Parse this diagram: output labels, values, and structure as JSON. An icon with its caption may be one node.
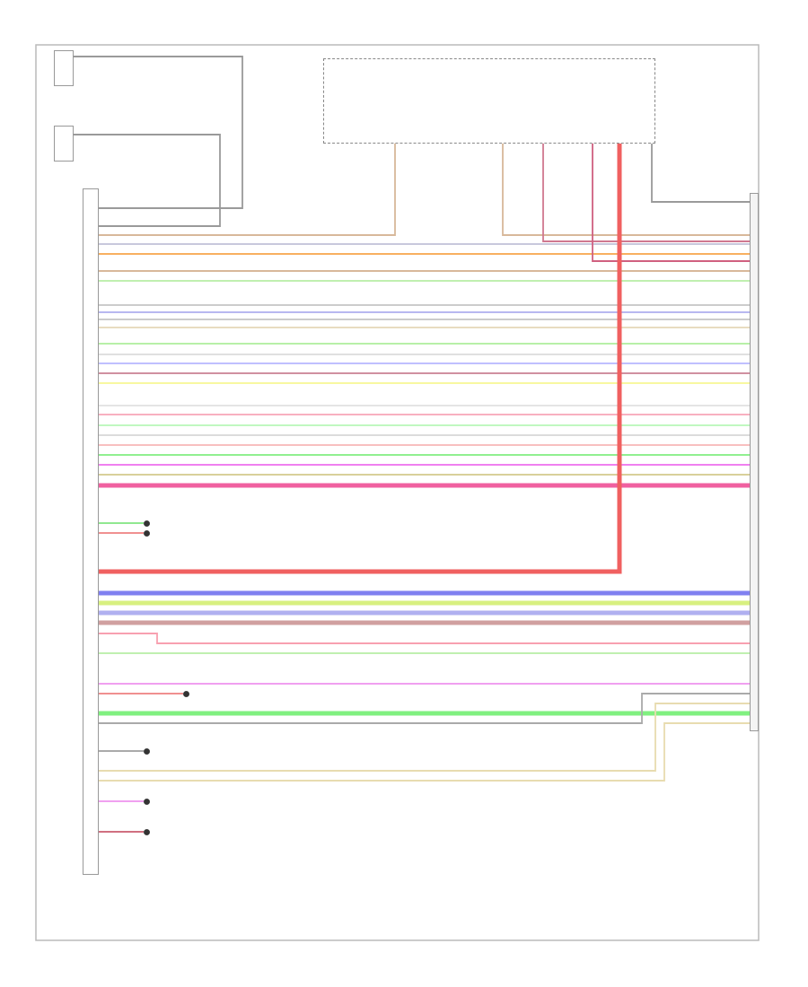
{
  "diagram": {
    "nodes": [
      {
        "text": [],
        "shape": "box"
      },
      {
        "text": [],
        "shape": "bar"
      },
      {
        "text": [],
        "shape": "box"
      },
      {
        "text": [],
        "shape": "box"
      },
      {
        "text": [],
        "shape": "box"
      },
      {
        "text": [],
        "shape": "circle"
      },
      {
        "text": [],
        "shape": "circle"
      },
      {
        "text": [],
        "shape": "circle"
      },
      {
        "text": [],
        "shape": "circle"
      },
      {
        "text": [],
        "shape": "circle"
      },
      {
        "text": [],
        "shape": "circle"
      }
    ],
    "edges": [
      {
        "from": 3,
        "to": 0,
        "arrow": "none",
        "color": "#9a9a9a"
      },
      {
        "from": 4,
        "to": 0,
        "arrow": "none",
        "color": "#9a9a9a"
      },
      {
        "from": 2,
        "to": 1,
        "arrow": "none",
        "color": "#9a9a9a"
      },
      {
        "from": 2,
        "to": 1,
        "arrow": "none",
        "color": "#d8b89a"
      },
      {
        "from": 2,
        "to": 1,
        "arrow": "none",
        "color": "#d07890"
      },
      {
        "from": 0,
        "to": 2,
        "arrow": "none",
        "color": "#d8b89a"
      },
      {
        "from": 0,
        "to": 1,
        "arrow": "none",
        "color": "#c8c8dc"
      },
      {
        "from": 0,
        "to": 1,
        "arrow": "none",
        "color": "#f8b060"
      },
      {
        "from": 2,
        "to": 1,
        "arrow": "none",
        "color": "#d06080"
      },
      {
        "from": 0,
        "to": 1,
        "arrow": "none",
        "color": "#d8b89a"
      },
      {
        "from": 0,
        "to": 1,
        "arrow": "none",
        "color": "#c0f0b0"
      },
      {
        "from": 0,
        "to": 1,
        "arrow": "none",
        "color": "#cccccc"
      },
      {
        "from": 0,
        "to": 1,
        "arrow": "none",
        "color": "#b8b8f0"
      },
      {
        "from": 0,
        "to": 1,
        "arrow": "none",
        "color": "#cccccc"
      },
      {
        "from": 0,
        "to": 1,
        "arrow": "none",
        "color": "#e8dcc0"
      },
      {
        "from": 0,
        "to": 1,
        "arrow": "none",
        "color": "#b8f0a8"
      },
      {
        "from": 0,
        "to": 1,
        "arrow": "none",
        "color": "#e0e0e0"
      },
      {
        "from": 0,
        "to": 1,
        "arrow": "none",
        "color": "#c0c0ff"
      },
      {
        "from": 0,
        "to": 1,
        "arrow": "none",
        "color": "#d090a0"
      },
      {
        "from": 0,
        "to": 1,
        "arrow": "none",
        "color": "#f8f8a0"
      },
      {
        "from": 0,
        "to": 1,
        "arrow": "none",
        "color": "#e4e4e4"
      },
      {
        "from": 0,
        "to": 1,
        "arrow": "none",
        "color": "#f8b0c0"
      },
      {
        "from": 0,
        "to": 1,
        "arrow": "none",
        "color": "#c0f8c0"
      },
      {
        "from": 0,
        "to": 1,
        "arrow": "none",
        "color": "#dcdcdc"
      },
      {
        "from": 0,
        "to": 1,
        "arrow": "none",
        "color": "#f8c0c0"
      },
      {
        "from": 0,
        "to": 1,
        "arrow": "none",
        "color": "#90f090"
      },
      {
        "from": 0,
        "to": 1,
        "arrow": "none",
        "color": "#f080f0"
      },
      {
        "from": 0,
        "to": 1,
        "arrow": "none",
        "color": "#d8d09a"
      },
      {
        "from": 0,
        "to": 1,
        "arrow": "none",
        "color": "#f060a0",
        "style": "thick"
      },
      {
        "from": 0,
        "to": 5,
        "arrow": "none",
        "color": "#90e890"
      },
      {
        "from": 0,
        "to": 6,
        "arrow": "none",
        "color": "#f09090"
      },
      {
        "from": 2,
        "to": 0,
        "arrow": "none",
        "color": "#f06060",
        "style": "thick"
      },
      {
        "from": 0,
        "to": 1,
        "arrow": "none",
        "color": "#8080f0",
        "style": "thick"
      },
      {
        "from": 0,
        "to": 1,
        "arrow": "none",
        "color": "#d8f080",
        "style": "thick"
      },
      {
        "from": 0,
        "to": 1,
        "arrow": "none",
        "color": "#b0b0f0",
        "style": "thick"
      },
      {
        "from": 0,
        "to": 1,
        "arrow": "none",
        "color": "#d0a0a0",
        "style": "thick"
      },
      {
        "from": 0,
        "to": 1,
        "arrow": "none",
        "color": "#f8a0b0"
      },
      {
        "from": 0,
        "to": 1,
        "arrow": "none",
        "color": "#c0f0b0"
      },
      {
        "from": 0,
        "to": 1,
        "arrow": "none",
        "color": "#f0a0f0"
      },
      {
        "from": 0,
        "to": 7,
        "arrow": "none",
        "color": "#f09090"
      },
      {
        "from": 0,
        "to": 1,
        "arrow": "none",
        "color": "#80f080",
        "style": "thick"
      },
      {
        "from": 0,
        "to": 1,
        "arrow": "none",
        "color": "#aaaaaa"
      },
      {
        "from": 0,
        "to": 8,
        "arrow": "none",
        "color": "#aaaaaa"
      },
      {
        "from": 0,
        "to": 1,
        "arrow": "none",
        "color": "#e8dcb0"
      },
      {
        "from": 0,
        "to": 1,
        "arrow": "none",
        "color": "#e8dcb0"
      },
      {
        "from": 0,
        "to": 9,
        "arrow": "none",
        "color": "#f0a0f0"
      },
      {
        "from": 0,
        "to": 10,
        "arrow": "none",
        "color": "#d07080"
      }
    ]
  }
}
